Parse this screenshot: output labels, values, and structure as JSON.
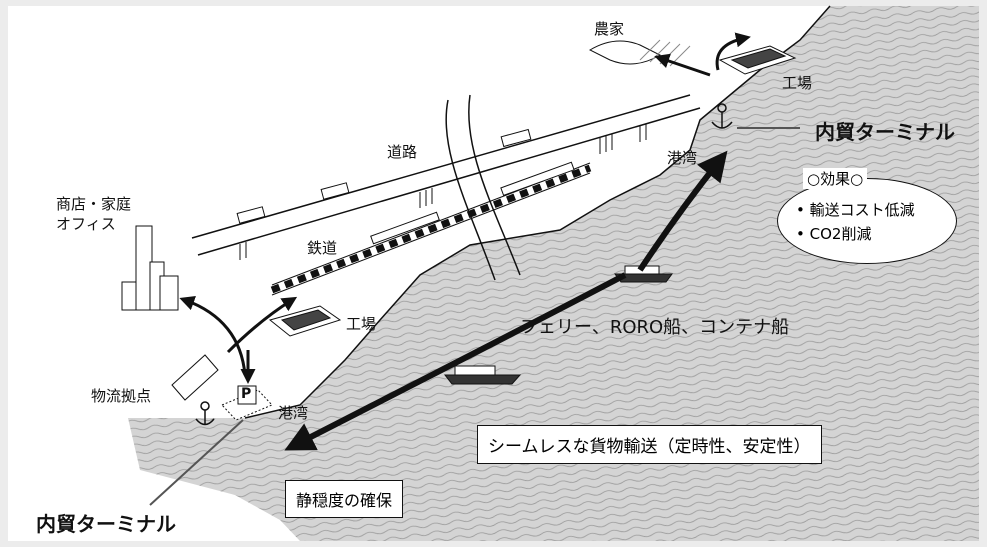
{
  "labels": {
    "farm": "農家",
    "factory_top": "工場",
    "domestic_terminal_right": "内貿ターミナル",
    "port_top": "港湾",
    "road": "道路",
    "shops": "商店・家庭",
    "offices": "オフィス",
    "railway": "鉄道",
    "factory_mid": "工場",
    "logistics_base": "物流拠点",
    "port_bottom": "港湾",
    "domestic_terminal_left": "内貿ターミナル",
    "parking": "P",
    "ships": "フェリー、RORO船、コンテナ船",
    "seamless": "シームレスな貨物輸送（定時性、安定性）",
    "calmness": "静穏度の確保"
  },
  "effect": {
    "title": "効果",
    "items": [
      "輸送コスト低減",
      "CO2削減"
    ]
  },
  "colors": {
    "sea": "#cfcfcf",
    "land": "#ffffff",
    "ink": "#111111",
    "frame": "#ececec"
  }
}
